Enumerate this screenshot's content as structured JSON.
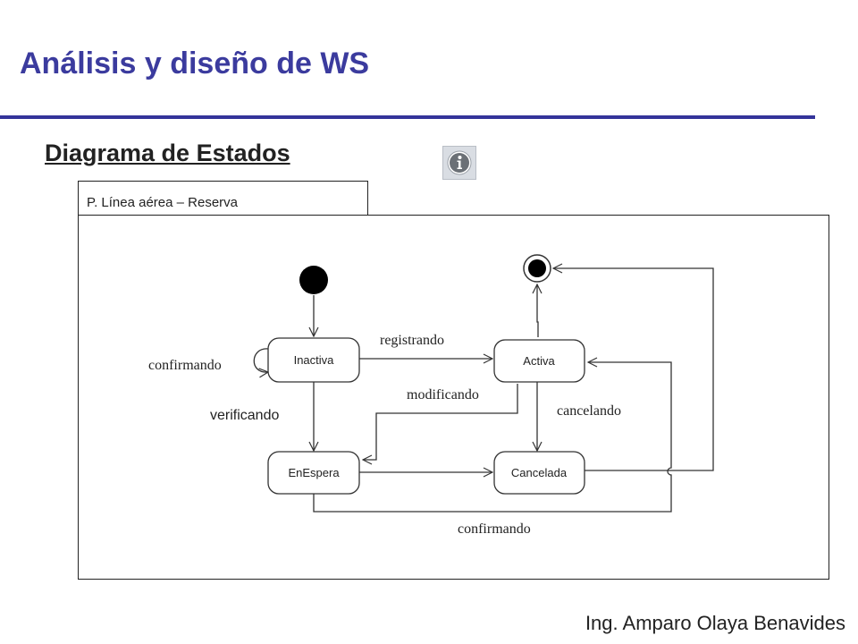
{
  "header": {
    "title": "Análisis y diseño de WS",
    "subtitle": "Diagrama de Estados"
  },
  "info_button": {
    "icon": "info-icon"
  },
  "diagram": {
    "frame_label": "P. Línea aérea – Reserva",
    "states": {
      "inactiva": "Inactiva",
      "activa": "Activa",
      "enespera": "EnEspera",
      "cancelada": "Cancelada"
    },
    "transitions": {
      "confirmando_self": "confirmando",
      "registrando": "registrando",
      "verificando": "verificando",
      "modificando": "modificando",
      "cancelando": "cancelando",
      "confirmando_bottom": "confirmando"
    }
  },
  "footer": {
    "author": "Ing. Amparo Olaya Benavides"
  },
  "colors": {
    "title": "#3b3b9e",
    "rule": "#34349a"
  }
}
